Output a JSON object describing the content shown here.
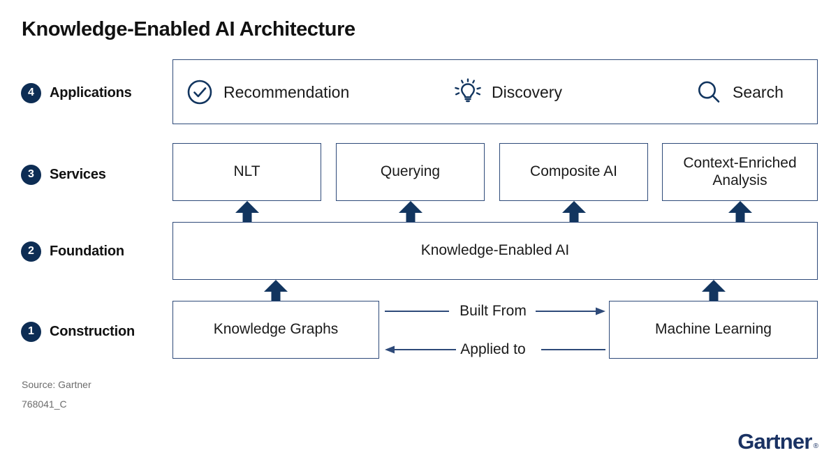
{
  "title": "Knowledge-Enabled AI Architecture",
  "rows": [
    {
      "number": "4",
      "label": "Applications"
    },
    {
      "number": "3",
      "label": "Services"
    },
    {
      "number": "2",
      "label": "Foundation"
    },
    {
      "number": "1",
      "label": "Construction"
    }
  ],
  "applications": {
    "items": [
      {
        "icon": "check-circle-icon",
        "label": "Recommendation"
      },
      {
        "icon": "lightbulb-icon",
        "label": "Discovery"
      },
      {
        "icon": "magnifier-icon",
        "label": "Search"
      }
    ]
  },
  "services": {
    "boxes": [
      {
        "label": "NLT"
      },
      {
        "label": "Querying"
      },
      {
        "label": "Composite AI"
      },
      {
        "label": "Context-Enriched Analysis"
      }
    ]
  },
  "foundation": {
    "box": {
      "label": "Knowledge-Enabled AI"
    }
  },
  "construction": {
    "left_box": {
      "label": "Knowledge Graphs"
    },
    "right_box": {
      "label": "Machine Learning"
    },
    "connectors": [
      {
        "label": "Built From",
        "direction": "right"
      },
      {
        "label": "Applied to",
        "direction": "left"
      }
    ]
  },
  "footer": {
    "source": "Source: Gartner",
    "doc_id": "768041_C",
    "logo_text": "Gartner",
    "logo_reg": "®"
  },
  "colors": {
    "box_border": "#2e4a79",
    "badge_fill": "#0d2d54",
    "arrow_fill": "#12355f",
    "connector_stroke": "#2e4a79",
    "brand": "#1a3263",
    "muted_text": "#6b6b6b"
  }
}
